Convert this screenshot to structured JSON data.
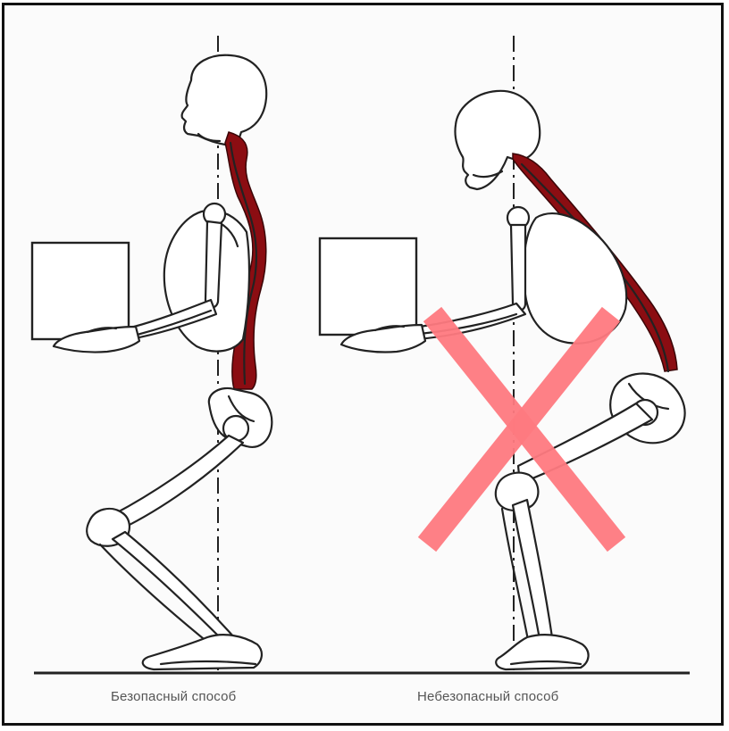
{
  "captions": {
    "safe": "Безопасный способ",
    "unsafe": "Небезопасный способ"
  },
  "colors": {
    "muscle": "#8b0d12",
    "cross_mark": "#ff7a80",
    "outline": "#222222"
  },
  "icons": {
    "unsafe_marker": "cross-mark"
  }
}
